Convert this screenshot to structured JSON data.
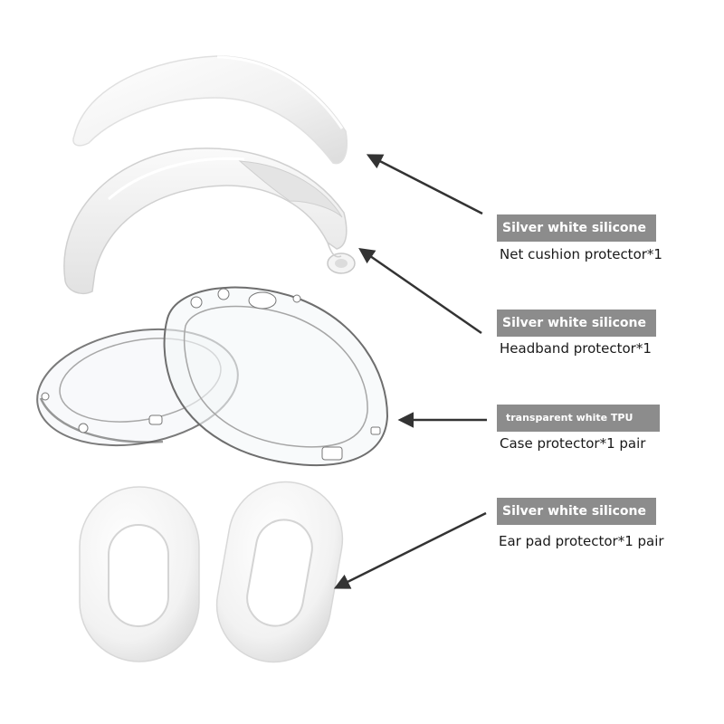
{
  "callouts": [
    {
      "material": "Silver white silicone",
      "item": "Net cushion protector*1"
    },
    {
      "material": "Silver white silicone",
      "item": "Headband protector*1"
    },
    {
      "material": "transparent white TPU",
      "item": "Case protector*1 pair"
    },
    {
      "material": "Silver white silicone",
      "item": "Ear pad protector*1 pair"
    }
  ],
  "colors": {
    "background": "#ffffff",
    "tag": "#8c8c8c",
    "tag_text": "#ffffff",
    "arrow": "#333333"
  }
}
